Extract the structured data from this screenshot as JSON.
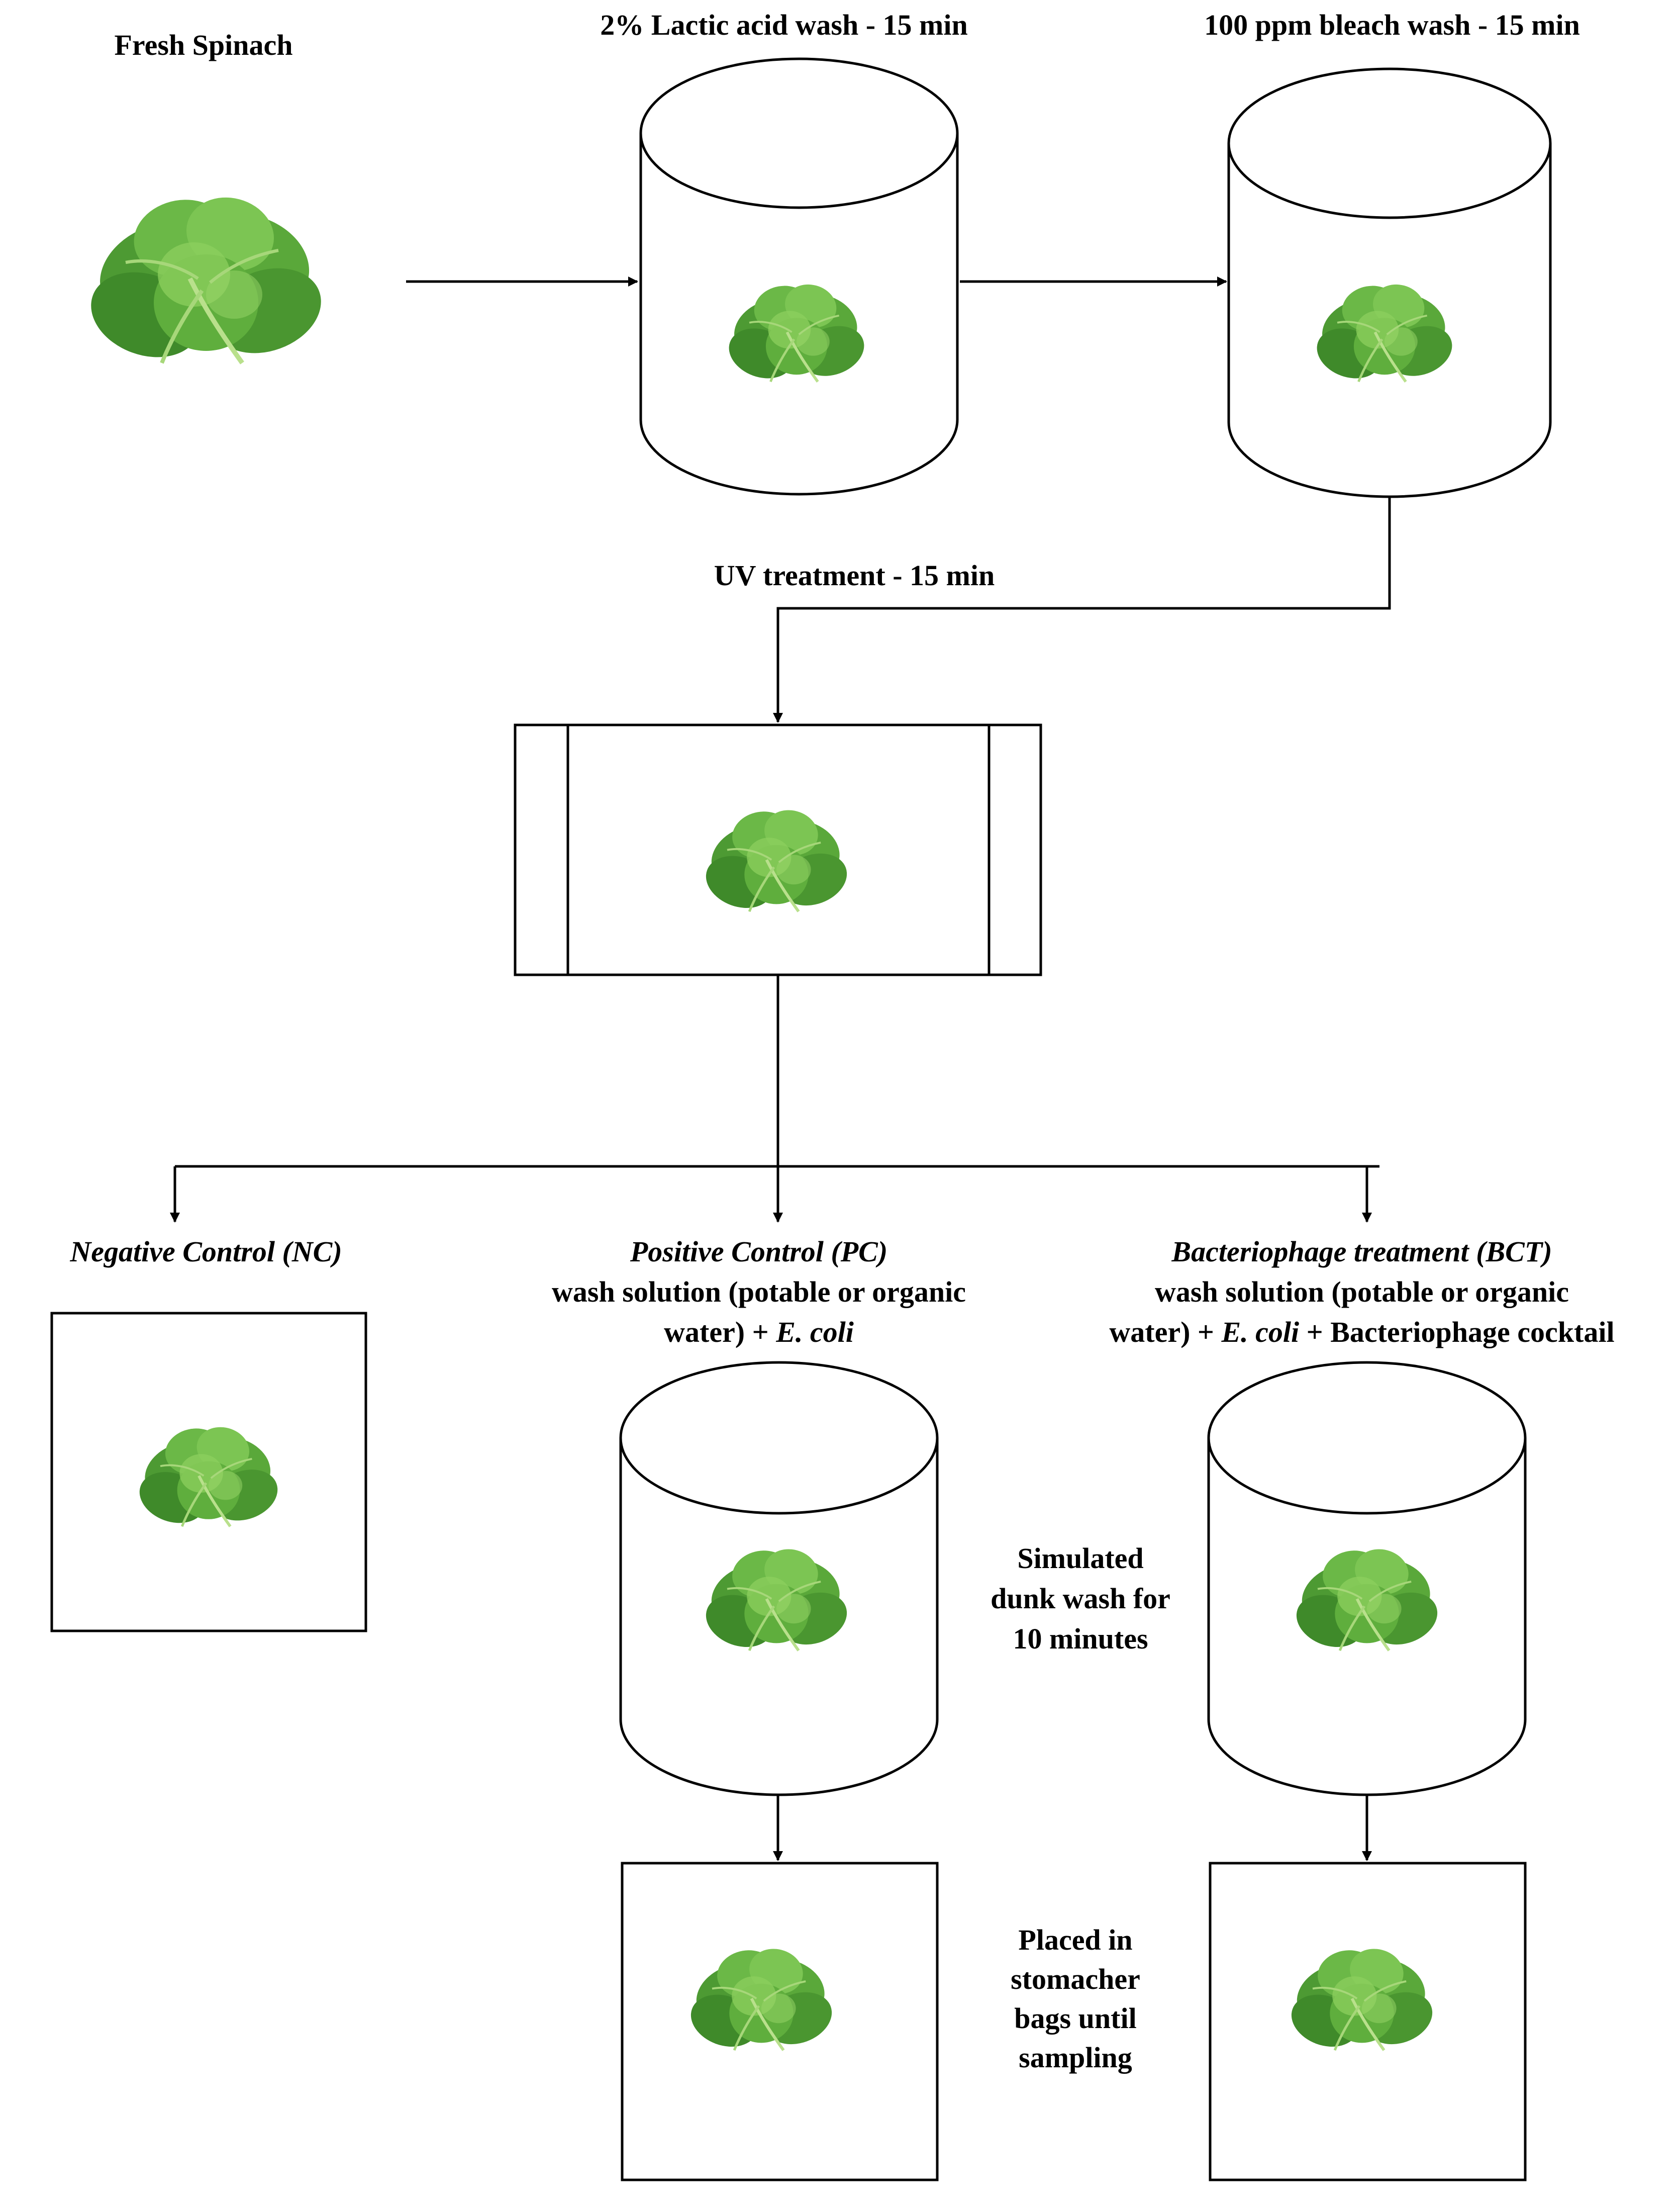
{
  "labels": {
    "fresh_spinach": "Fresh Spinach",
    "lactic_wash": "2% Lactic acid wash - 15 min",
    "bleach_wash": "100 ppm bleach wash - 15 min",
    "uv_treatment": "UV treatment - 15 min"
  },
  "negative_control": {
    "title": "Negative Control (NC)"
  },
  "positive_control": {
    "title": "Positive Control (PC)",
    "line1": "wash solution (potable or organic",
    "line2_a": "water)  + ",
    "line2_b": "E. coli"
  },
  "bacteriophage": {
    "title": "Bacteriophage treatment (BCT)",
    "line1": "wash solution (potable or organic",
    "line2_a": "water) + ",
    "line2_b": "E. coli",
    "line2_c": " +  Bacteriophage cocktail"
  },
  "dunk_wash": {
    "line1": "Simulated",
    "line2": "dunk wash for",
    "line3": "10 minutes"
  },
  "stomacher": {
    "line1": "Placed in",
    "line2": "stomacher",
    "line3": "bags until",
    "line4": "sampling"
  },
  "colors": {
    "leaf_dark": "#3f8a2a",
    "leaf_mid": "#5aa83a",
    "leaf_light": "#8ccf5e",
    "stroke": "#000000"
  },
  "icons": {
    "spinach": "spinach-leaf-icon",
    "container": "cylinder-container",
    "uv_chamber": "uv-chamber-box"
  }
}
